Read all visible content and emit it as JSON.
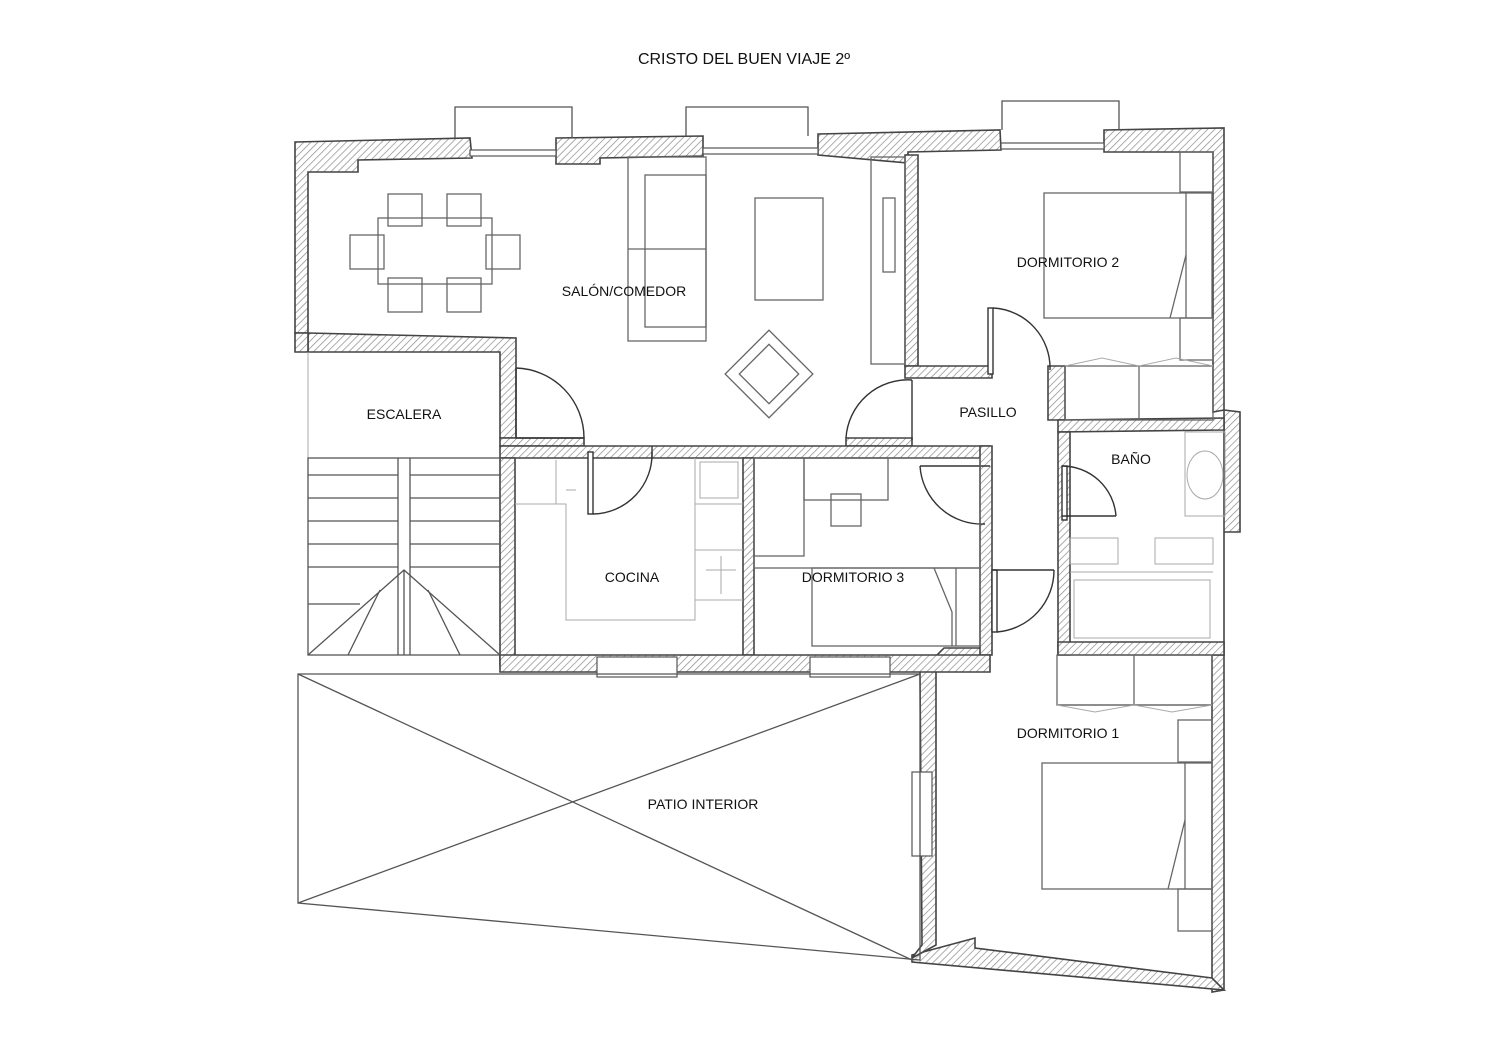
{
  "title": "CRISTO DEL BUEN VIAJE 2º",
  "rooms": {
    "salon": "SALÓN/COMEDOR",
    "dormitorio2": "DORMITORIO 2",
    "escalera": "ESCALERA",
    "pasillo": "PASILLO",
    "bano": "BAÑO",
    "cocina": "COCINA",
    "dormitorio3": "DORMITORIO 3",
    "dormitorio1": "DORMITORIO 1",
    "patio": "PATIO INTERIOR"
  }
}
